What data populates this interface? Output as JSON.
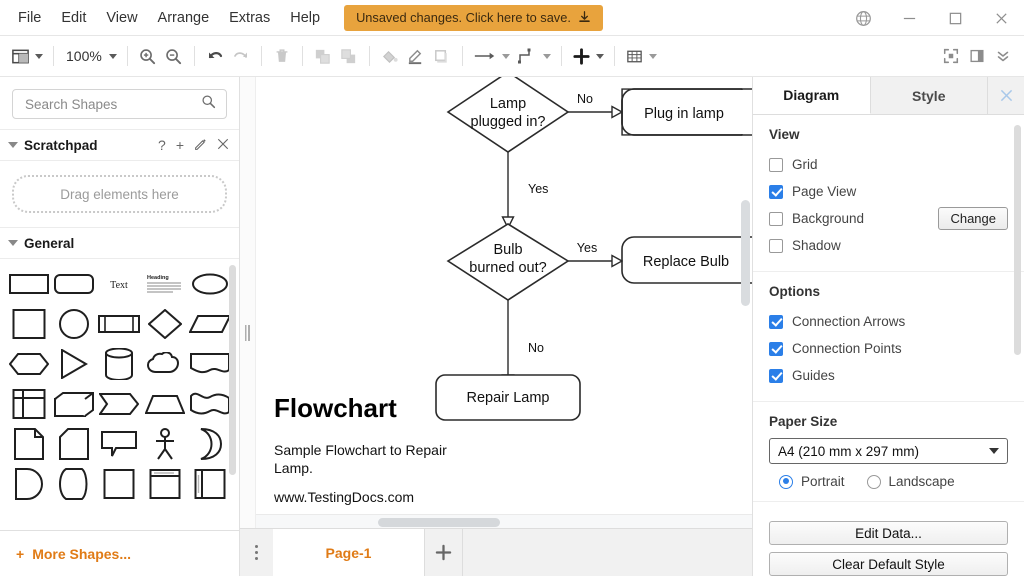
{
  "window": {
    "menu": [
      "File",
      "Edit",
      "View",
      "Arrange",
      "Extras",
      "Help"
    ],
    "save_banner": "Unsaved changes. Click here to save.",
    "controls": {
      "language": "globe-icon",
      "minimize": "minimize-icon",
      "maximize": "maximize-icon",
      "close": "close-icon"
    }
  },
  "toolbar": {
    "zoom_level": "100%",
    "buttons": [
      "view-layout",
      "zoom-in",
      "zoom-out",
      "undo",
      "redo",
      "delete",
      "to-front",
      "to-back",
      "fill-color",
      "line-color",
      "shadow",
      "waypoints",
      "edge-style",
      "insert",
      "table",
      "fullscreen",
      "format-panel",
      "chevrons"
    ]
  },
  "left_panel": {
    "search": {
      "placeholder": "Search Shapes",
      "value": ""
    },
    "scratchpad": {
      "title": "Scratchpad",
      "actions": [
        "?",
        "+",
        "edit",
        "close"
      ],
      "drop_hint": "Drag elements here"
    },
    "general": {
      "title": "General"
    },
    "shapes": [
      "rectangle",
      "rounded-rectangle",
      "text",
      "textbox-heading",
      "ellipse",
      "square",
      "circle",
      "process",
      "rhombus",
      "parallelogram",
      "hexagon",
      "triangle",
      "cylinder",
      "cloud",
      "document",
      "internal-storage",
      "cube",
      "step",
      "trapezoid",
      "tape",
      "note",
      "card",
      "callout",
      "actor",
      "or-crescent",
      "delay",
      "display",
      "container",
      "vertical-container",
      "horizontal-pool"
    ],
    "more_shapes": "More Shapes..."
  },
  "right_panel": {
    "tabs": [
      {
        "label": "Diagram",
        "active": true
      },
      {
        "label": "Style",
        "active": false
      }
    ],
    "close_icon": "close-icon",
    "view": {
      "title": "View",
      "items": [
        {
          "label": "Grid",
          "checked": false
        },
        {
          "label": "Page View",
          "checked": true
        },
        {
          "label": "Background",
          "checked": false
        },
        {
          "label": "Shadow",
          "checked": false
        }
      ],
      "change_button": "Change"
    },
    "options": {
      "title": "Options",
      "items": [
        {
          "label": "Connection Arrows",
          "checked": true
        },
        {
          "label": "Connection Points",
          "checked": true
        },
        {
          "label": "Guides",
          "checked": true
        }
      ]
    },
    "paper": {
      "title": "Paper Size",
      "selected": "A4 (210 mm x 297 mm)",
      "orientation": [
        {
          "label": "Portrait",
          "selected": true
        },
        {
          "label": "Landscape",
          "selected": false
        }
      ]
    },
    "actions": [
      {
        "label": "Edit Data..."
      },
      {
        "label": "Clear Default Style"
      }
    ]
  },
  "page_bar": {
    "menu_icon": "page-menu-icon",
    "pages": [
      {
        "label": "Page-1",
        "active": true
      }
    ],
    "add_icon": "plus-icon"
  },
  "canvas": {
    "title": "Flowchart",
    "description_line1": "Sample Flowchart to Repair",
    "description_line2": "Lamp.",
    "website": "www.TestingDocs.com",
    "nodes": [
      {
        "id": "n1",
        "type": "decision",
        "label_line1": "Lamp",
        "label_line2": "plugged in?"
      },
      {
        "id": "n2",
        "type": "process",
        "label": "Plug in lamp"
      },
      {
        "id": "n3",
        "type": "decision",
        "label_line1": "Bulb",
        "label_line2": "burned out?"
      },
      {
        "id": "n4",
        "type": "process",
        "label": "Replace Bulb"
      },
      {
        "id": "n5",
        "type": "process",
        "label": "Repair Lamp"
      }
    ],
    "edges": [
      {
        "from": "n1",
        "to": "n2",
        "label": "No"
      },
      {
        "from": "n1",
        "to": "n3",
        "label": "Yes"
      },
      {
        "from": "n3",
        "to": "n4",
        "label": "Yes"
      },
      {
        "from": "n3",
        "to": "n5",
        "label": "No"
      }
    ]
  }
}
